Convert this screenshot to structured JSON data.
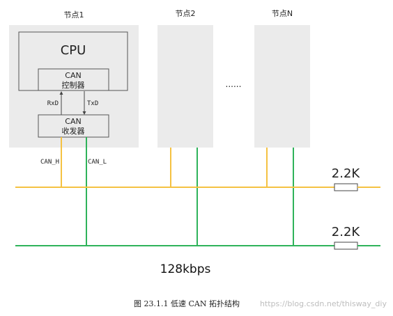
{
  "nodes": {
    "node1_title": "节点1",
    "node2_title": "节点2",
    "nodeN_title": "节点N",
    "ellipsis": "......"
  },
  "node1": {
    "cpu_label": "CPU",
    "controller_line1": "CAN",
    "controller_line2": "控制器",
    "transceiver_line1": "CAN",
    "transceiver_line2": "收发器",
    "rxd_label": "RxD",
    "txd_label": "TxD",
    "canh_label": "CAN_H",
    "canl_label": "CAN_L"
  },
  "bus": {
    "resistor_top_label": "2.2K",
    "resistor_bottom_label": "2.2K",
    "speed_label": "128kbps",
    "colors": {
      "can_h": "#f5c242",
      "can_l": "#2fb35a",
      "node_fill": "#ebebeb",
      "box_stroke": "#555555"
    }
  },
  "caption": {
    "text": "图 23.1.1 低速 CAN 拓扑结构",
    "watermark": "https://blog.csdn.net/thisway_diy"
  }
}
